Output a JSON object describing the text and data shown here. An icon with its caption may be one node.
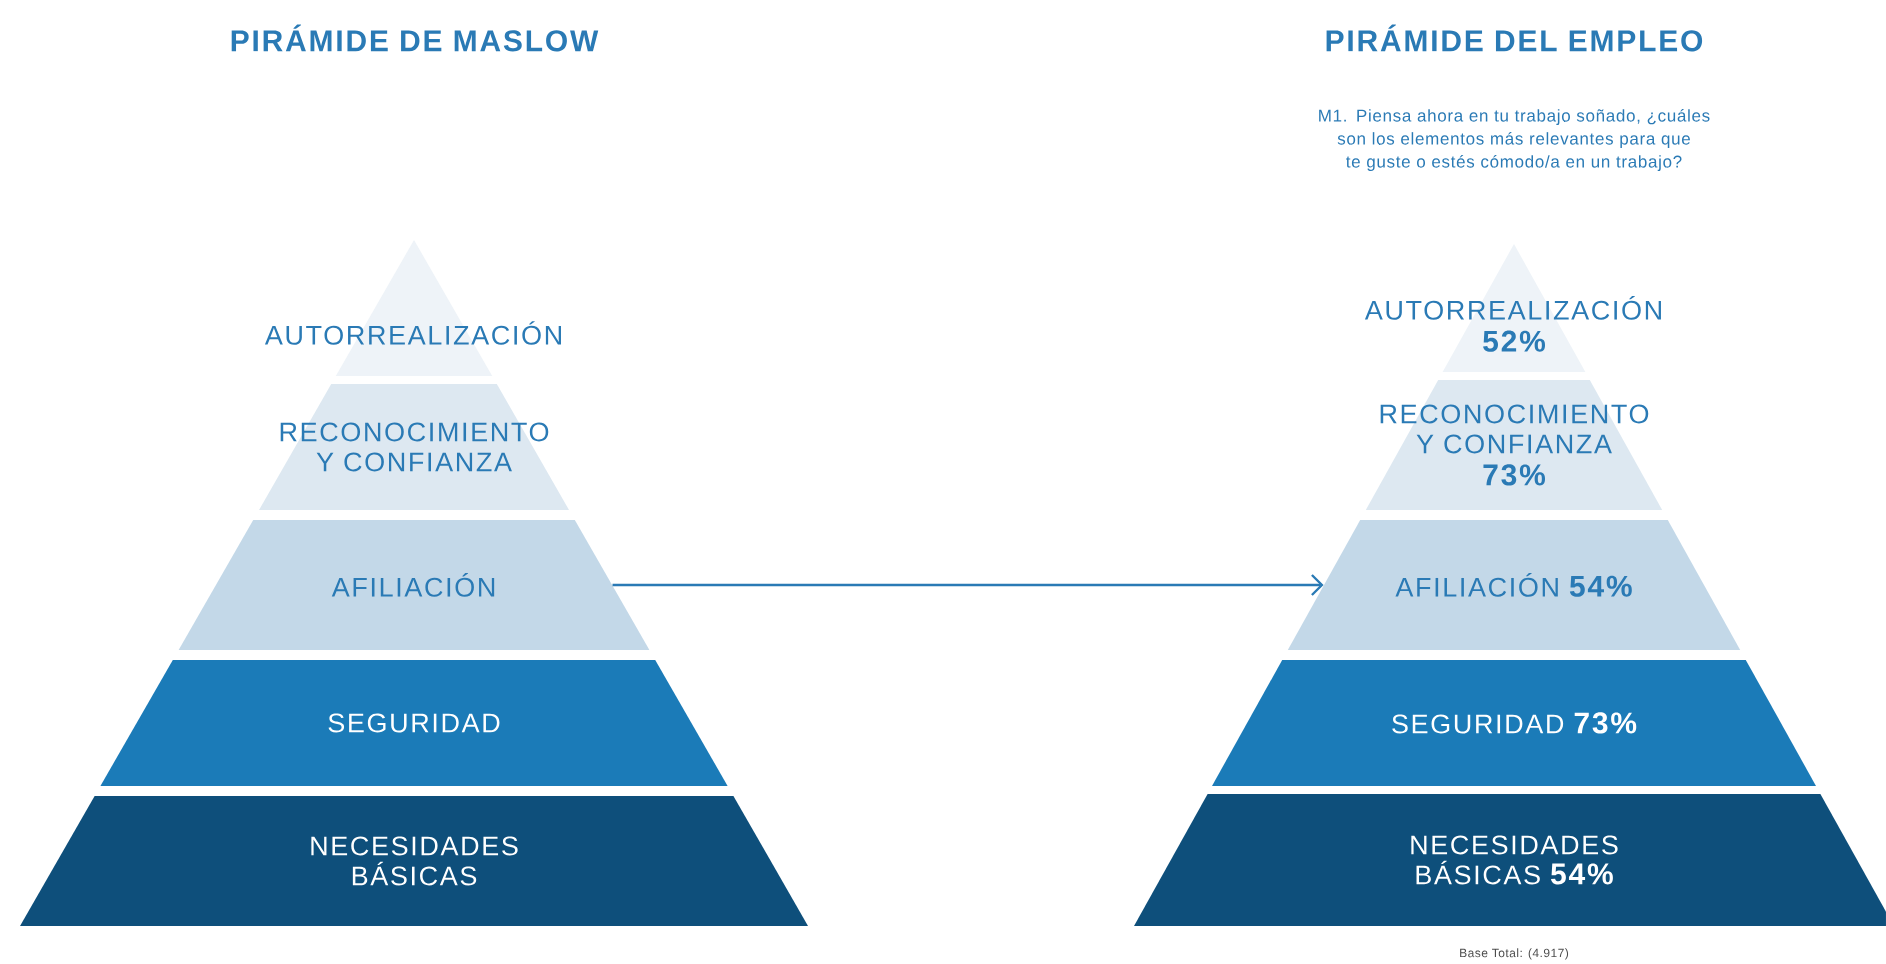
{
  "diagram": {
    "nodes": [
      {
        "text": [
          "AUTORREALIZACIÓN"
        ]
      },
      {
        "text": [
          "RECONOCIMIENTO Y CONFIANZA"
        ]
      },
      {
        "text": [
          "AFILIACIÓN"
        ]
      },
      {
        "text": [
          "SEGURIDAD"
        ]
      },
      {
        "text": [
          "NECESIDADES BÁSICAS"
        ]
      },
      {
        "text": [
          "AUTORREALIZACIÓN",
          "52%"
        ]
      },
      {
        "text": [
          "RECONOCIMIENTO Y CONFIANZA",
          "73%"
        ]
      },
      {
        "text": [
          "AFILIACIÓN",
          "54%"
        ]
      },
      {
        "text": [
          "SEGURIDAD",
          "73%"
        ]
      },
      {
        "text": [
          "NECESIDADES BÁSICAS",
          "54%"
        ]
      }
    ],
    "edges": [
      {
        "from": 2,
        "to": 7,
        "arrow": "to"
      }
    ],
    "labels": [
      "PIRÁMIDE DE MASLOW",
      "PIRÁMIDE DEL EMPLEO",
      "M1. Piensa ahora en tu trabajo soñado, ¿cuáles son los elementos más relevantes para que te guste o estés cómodo/a en un trabajo?",
      "Base Total: (4.917)"
    ]
  }
}
